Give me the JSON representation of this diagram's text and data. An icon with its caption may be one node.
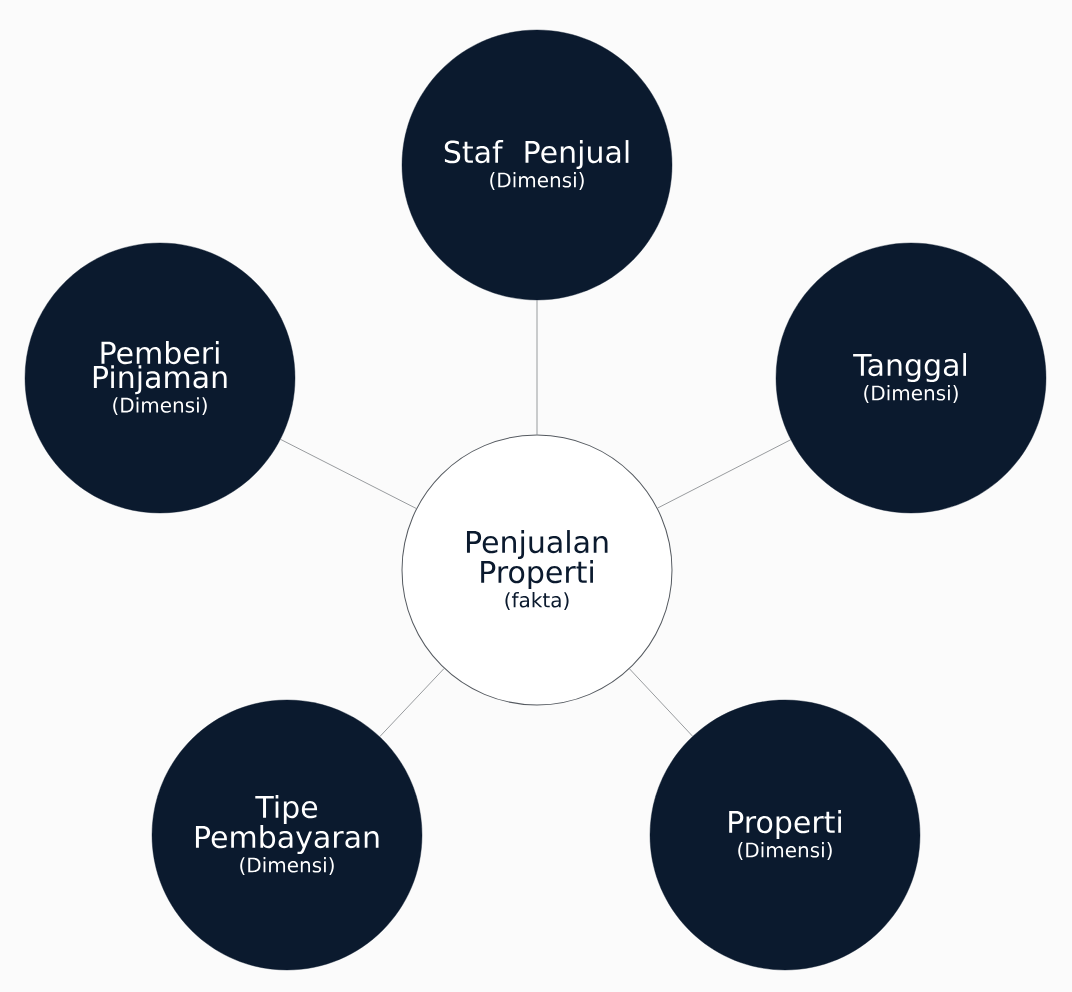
{
  "diagram": {
    "nodes": [
      {
        "text": [
          "Staf Penjual",
          "(Dimensi)"
        ]
      },
      {
        "text": [
          "Pemberi Pinjaman",
          "(Dimensi)"
        ]
      },
      {
        "text": [
          "Tanggal",
          "(Dimensi)"
        ]
      },
      {
        "text": [
          "Penjualan Properti",
          "(fakta)"
        ]
      },
      {
        "text": [
          "Tipe Pembayaran",
          "(Dimensi)"
        ]
      },
      {
        "text": [
          "Properti",
          "(Dimensi)"
        ]
      }
    ],
    "edges": [
      {
        "from": 3,
        "to": 0,
        "arrow": "none"
      },
      {
        "from": 3,
        "to": 1,
        "arrow": "none"
      },
      {
        "from": 3,
        "to": 2,
        "arrow": "none"
      },
      {
        "from": 3,
        "to": 4,
        "arrow": "none"
      },
      {
        "from": 3,
        "to": 5,
        "arrow": "none"
      }
    ]
  }
}
